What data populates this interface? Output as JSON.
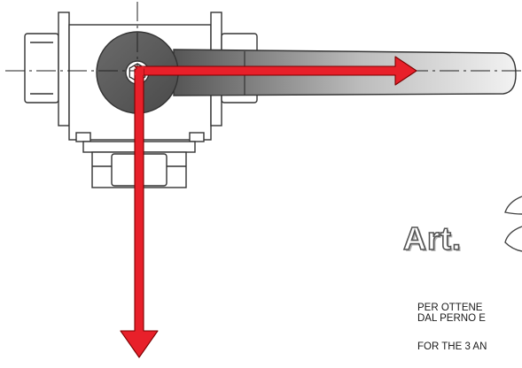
{
  "article": {
    "label": "Art."
  },
  "notes": {
    "italian": {
      "line1": "PER OTTENE",
      "line2": "DAL PERNO E"
    },
    "english": {
      "line1": "FOR THE 3 AN"
    }
  },
  "colors": {
    "arrow": "#e8202a",
    "arrow_outline": "#7a0000",
    "body_outline": "#333333",
    "handle_dark": "#595959",
    "centerline": "#222222"
  },
  "icons": {
    "flow_arrow_right": "arrow-right-icon",
    "flow_arrow_down": "arrow-down-icon"
  }
}
